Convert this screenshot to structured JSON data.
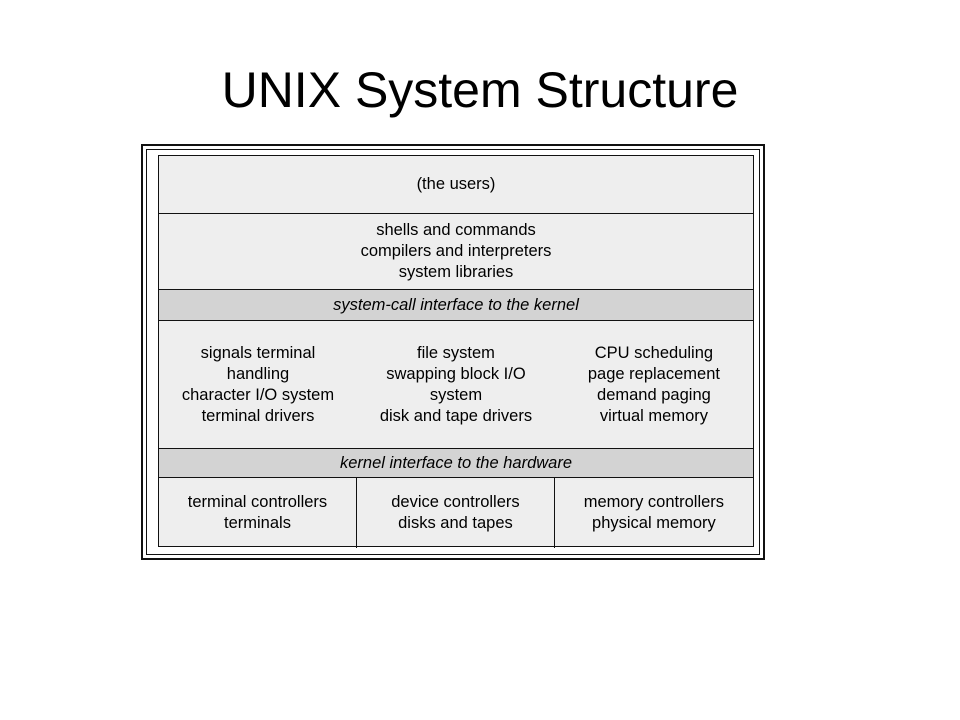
{
  "title": "UNIX System Structure",
  "layers": {
    "users": [
      "(the users)"
    ],
    "userland": [
      "shells and commands",
      "compilers and interpreters",
      "system libraries"
    ],
    "syscall_interface": "system-call interface to the kernel",
    "kernel": {
      "left": [
        "signals terminal",
        "handling",
        "character I/O system",
        "terminal drivers"
      ],
      "middle": [
        "file system",
        "swapping block I/O",
        "system",
        "disk and tape drivers"
      ],
      "right": [
        "CPU scheduling",
        "page replacement",
        "demand paging",
        "virtual memory"
      ]
    },
    "hardware_interface": "kernel interface to the hardware",
    "hardware": {
      "left": [
        "terminal controllers",
        "terminals"
      ],
      "middle": [
        "device controllers",
        "disks and tapes"
      ],
      "right": [
        "memory controllers",
        "physical memory"
      ]
    }
  }
}
